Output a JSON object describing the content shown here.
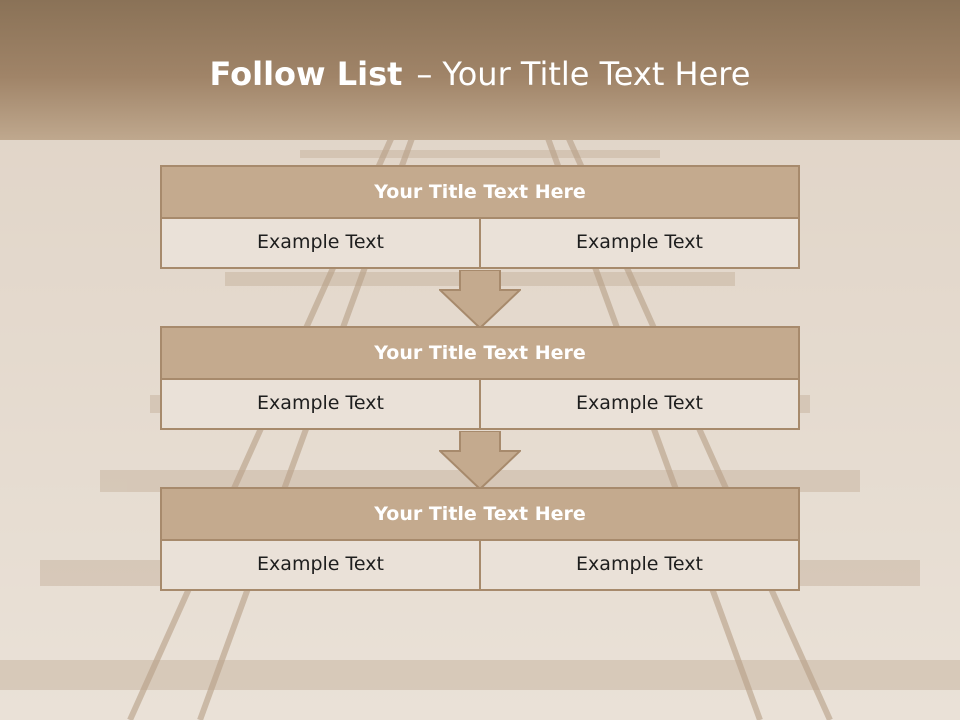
{
  "slide": {
    "title_bold": "Follow List",
    "title_dash": "–",
    "title_rest": "Your Title Text Here"
  },
  "blocks": [
    {
      "header": "Your Title Text Here",
      "left": "Example Text",
      "right": "Example Text"
    },
    {
      "header": "Your Title Text Here",
      "left": "Example Text",
      "right": "Example Text"
    },
    {
      "header": "Your Title Text Here",
      "left": "Example Text",
      "right": "Example Text"
    }
  ],
  "colors": {
    "header_fill": "#c4aa8e",
    "border": "#a78a6c",
    "cell_fill": "#eae1d8",
    "arrow_fill": "#c4aa8e"
  }
}
